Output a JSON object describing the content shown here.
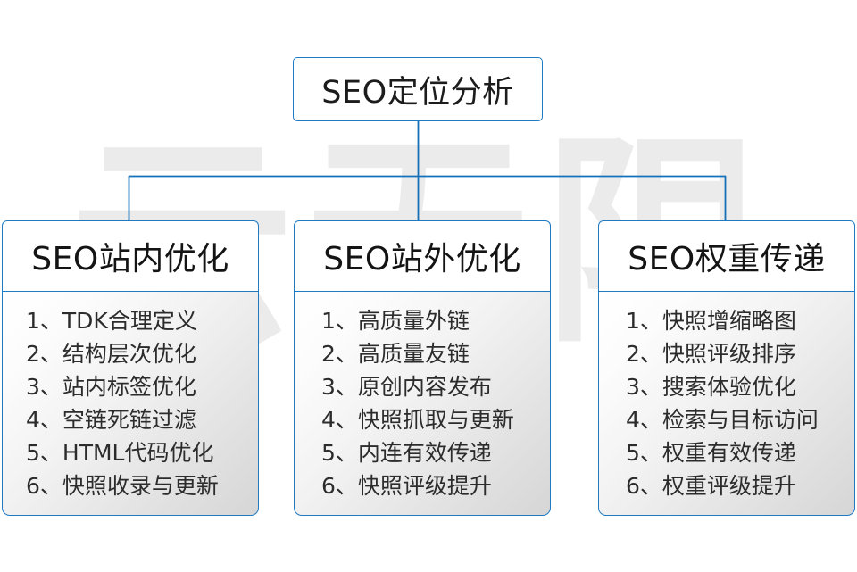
{
  "watermark": {
    "text": "云无限"
  },
  "root": {
    "title": "SEO定位分析"
  },
  "columns": [
    {
      "title": "SEO站内优化",
      "items": [
        "1、TDK合理定义",
        "2、结构层次优化",
        "3、站内标签优化",
        "4、空链死链过滤",
        "5、HTML代码优化",
        "6、快照收录与更新"
      ]
    },
    {
      "title": "SEO站外优化",
      "items": [
        "1、高质量外链",
        "2、高质量友链",
        "3、原创内容发布",
        "4、快照抓取与更新",
        "5、内连有效传递",
        "6、快照评级提升"
      ]
    },
    {
      "title": "SEO权重传递",
      "items": [
        "1、快照增缩略图",
        "2、快照评级排序",
        "3、搜索体验优化",
        "4、检索与目标访问",
        "5、权重有效传递",
        "6、权重评级提升"
      ]
    }
  ],
  "colors": {
    "border_blue": "#1f7ac4",
    "connector_blue": "#1570b8",
    "text_dark": "#1c1c1c",
    "watermark_gray": "#ebebeb",
    "background": "#ffffff"
  }
}
